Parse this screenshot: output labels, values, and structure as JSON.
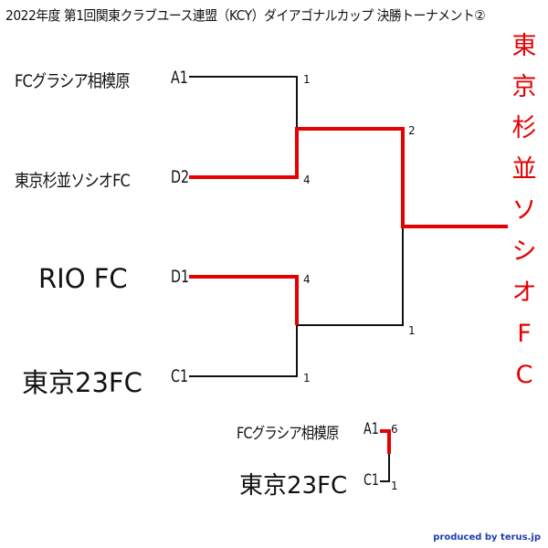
{
  "title": "2022年度 第1回関東クラブユース連盟（KCY）ダイアゴナルカップ 決勝トーナメント②",
  "colors": {
    "line": "#111111",
    "win": "#e60000",
    "credit": "#1f3bb3"
  },
  "teams": [
    {
      "name": "FCグラシア相模原",
      "seed": "A1"
    },
    {
      "name": "東京杉並ソシオFC",
      "seed": "D2"
    },
    {
      "name": "RIO FC",
      "seed": "D1"
    },
    {
      "name": "東京23FC",
      "seed": "C1"
    }
  ],
  "scores": {
    "semi1_top": "1",
    "semi1_bottom": "4",
    "semi2_top": "4",
    "semi2_bottom": "1",
    "final_top": "2",
    "final_bottom": "1"
  },
  "third_place": {
    "top": {
      "name": "FCグラシア相模原",
      "seed": "A1",
      "score": "6"
    },
    "bottom": {
      "name": "東京23FC",
      "seed": "C1",
      "score": "1"
    }
  },
  "champion_chars": [
    "東",
    "京",
    "杉",
    "並",
    "ソ",
    "シ",
    "オ",
    "F",
    "C"
  ],
  "credit": "produced by terus.jp"
}
